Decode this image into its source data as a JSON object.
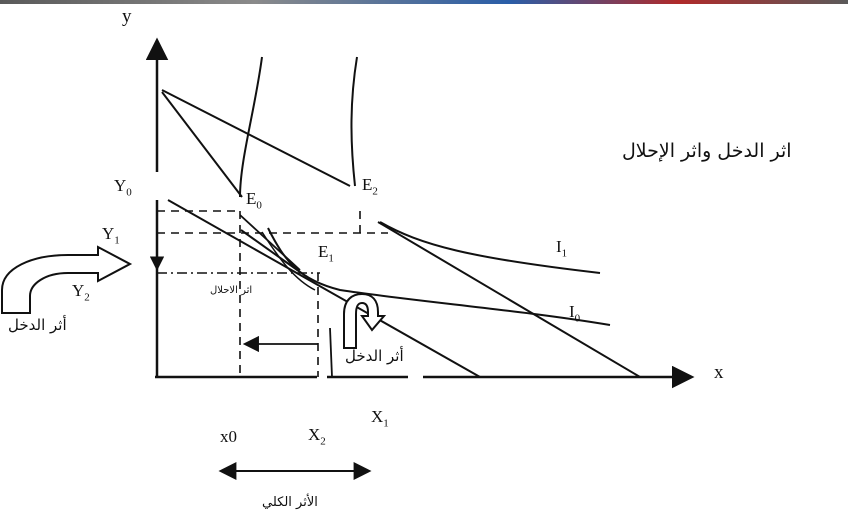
{
  "title": "اثر الدخل واثر الإحلال",
  "axes": {
    "y": "y",
    "x": "x"
  },
  "y_labels": {
    "y0": "Y",
    "y0_sub": "0",
    "y1": "Y",
    "y1_sub": "1",
    "y2": "Y",
    "y2_sub": "2"
  },
  "points": {
    "e0": "E",
    "e0_sub": "0",
    "e1": "E",
    "e1_sub": "1",
    "e2": "E",
    "e2_sub": "2"
  },
  "curves": {
    "i1": "I",
    "i1_sub": "1",
    "i0": "I",
    "i0_sub": "0"
  },
  "x_labels": {
    "x0": "x0",
    "x2": "X",
    "x2_sub": "2",
    "x1": "X",
    "x1_sub": "1"
  },
  "effects": {
    "income_effect_left": "أثر الدخل",
    "income_effect_right": "أثر الدخل",
    "substitution_effect": "اثر الاحلال",
    "total_effect": "الأثر الكلي"
  },
  "colors": {
    "ink": "#111111"
  }
}
